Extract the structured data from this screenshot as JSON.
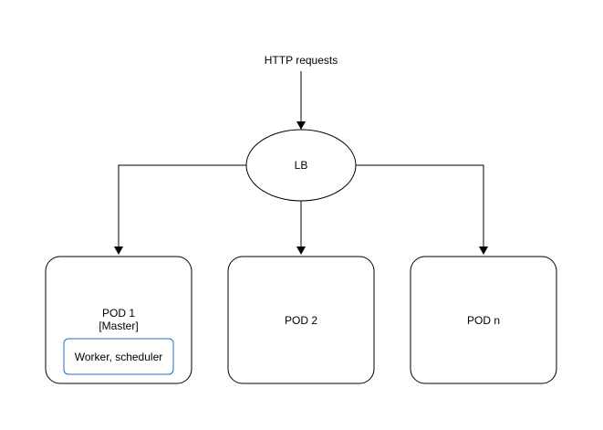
{
  "diagram": {
    "source_label": "HTTP requests",
    "load_balancer": {
      "label": "LB"
    },
    "pods": [
      {
        "title": "POD 1",
        "subtitle": "[Master]",
        "inner_box": "Worker, scheduler"
      },
      {
        "title": "POD 2"
      },
      {
        "title": "POD n"
      }
    ],
    "colors": {
      "stroke": "#000000",
      "inner_box_border": "#1f6fc0",
      "background": "#ffffff"
    }
  }
}
